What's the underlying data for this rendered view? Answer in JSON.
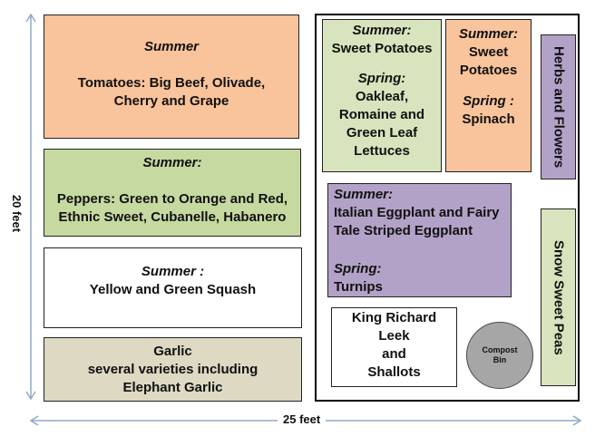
{
  "labels": {
    "width": "25 feet",
    "height": "20 feet"
  },
  "beds": {
    "tomatoes": {
      "season": "Summer",
      "line1": "Tomatoes:  Big Beef, Olivade,",
      "line2": "Cherry and Grape",
      "color": "#f9c39b"
    },
    "peppers": {
      "season": "Summer:",
      "line1": "Peppers:  Green to Orange and Red,",
      "line2": "Ethnic Sweet, Cubanelle, Habanero",
      "color": "#c6d9a0"
    },
    "squash": {
      "season": "Summer :",
      "line1": "Yellow and Green Squash",
      "color": "#ffffff"
    },
    "garlic": {
      "line1": "Garlic",
      "line2": "several varieties including",
      "line3": "Elephant Garlic",
      "color": "#ddd9c3"
    },
    "lettuce": {
      "season1": "Summer:",
      "line1": "Sweet Potatoes",
      "season2": "Spring:",
      "line2": "Oakleaf,",
      "line3": "Romaine and",
      "line4": "Green Leaf",
      "line5": "Lettuces",
      "color": "#d7e4bd"
    },
    "spinach": {
      "season1": "Summer:",
      "line1": "Sweet",
      "line2": "Potatoes",
      "season2": "Spring :",
      "line3": "Spinach",
      "color": "#f9c39b"
    },
    "herbs": {
      "text": "Herbs and Flowers",
      "color": "#b3a2c7"
    },
    "eggplant": {
      "season1": "Summer:",
      "line1": "Italian Eggplant and Fairy",
      "line2": "Tale Striped Eggplant",
      "season2": "Spring:",
      "line3": "Turnips",
      "color": "#b3a2c7"
    },
    "leek": {
      "line1": "King Richard",
      "line2": "Leek",
      "line3": "and",
      "line4": "Shallots",
      "color": "#ffffff"
    },
    "compost": {
      "text": "Compost Bin",
      "color": "#a6a6a6"
    },
    "peas": {
      "text": "Snow Sweet Peas",
      "color": "#d7e4bd"
    }
  }
}
